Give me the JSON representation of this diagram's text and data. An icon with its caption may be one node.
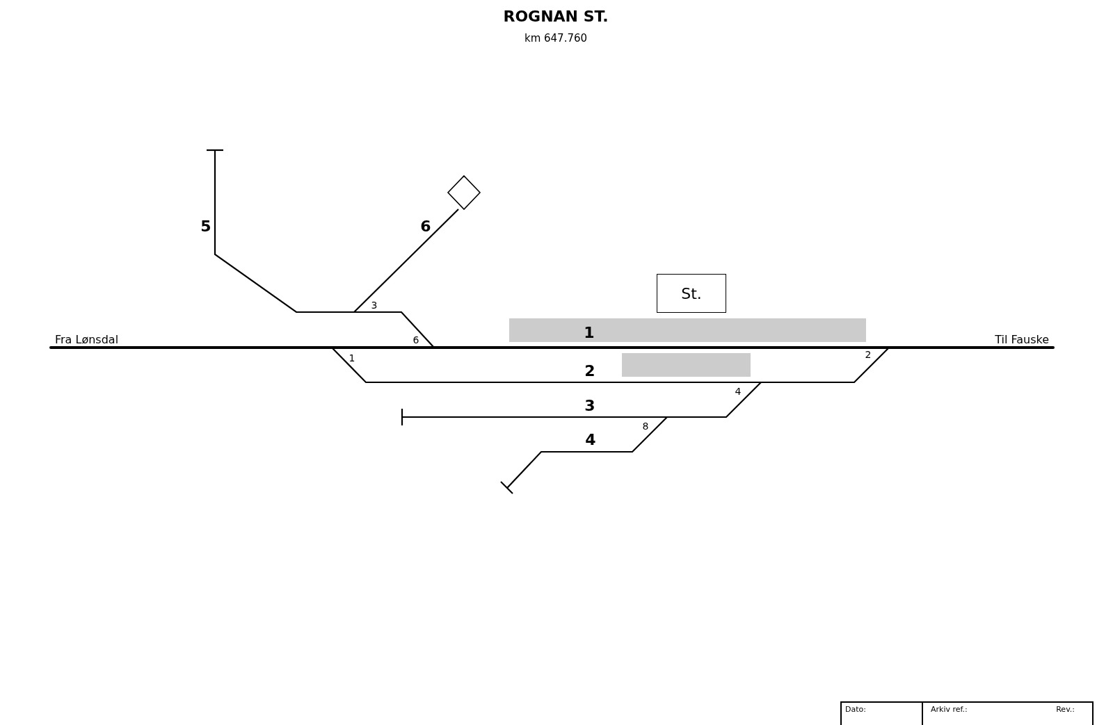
{
  "diagram": {
    "title": "ROGNAN ST.",
    "nodes": [
      {
        "text": [
          "St."
        ]
      }
    ],
    "labels": [
      "km 647.760",
      "5",
      "6",
      "3",
      "1",
      "Fra Lønsdal",
      "6",
      "Til Fauske",
      "1",
      "2",
      "2",
      "4",
      "3",
      "8",
      "4",
      "Dato:",
      "Arkiv ref.:",
      "Rev.:"
    ]
  }
}
